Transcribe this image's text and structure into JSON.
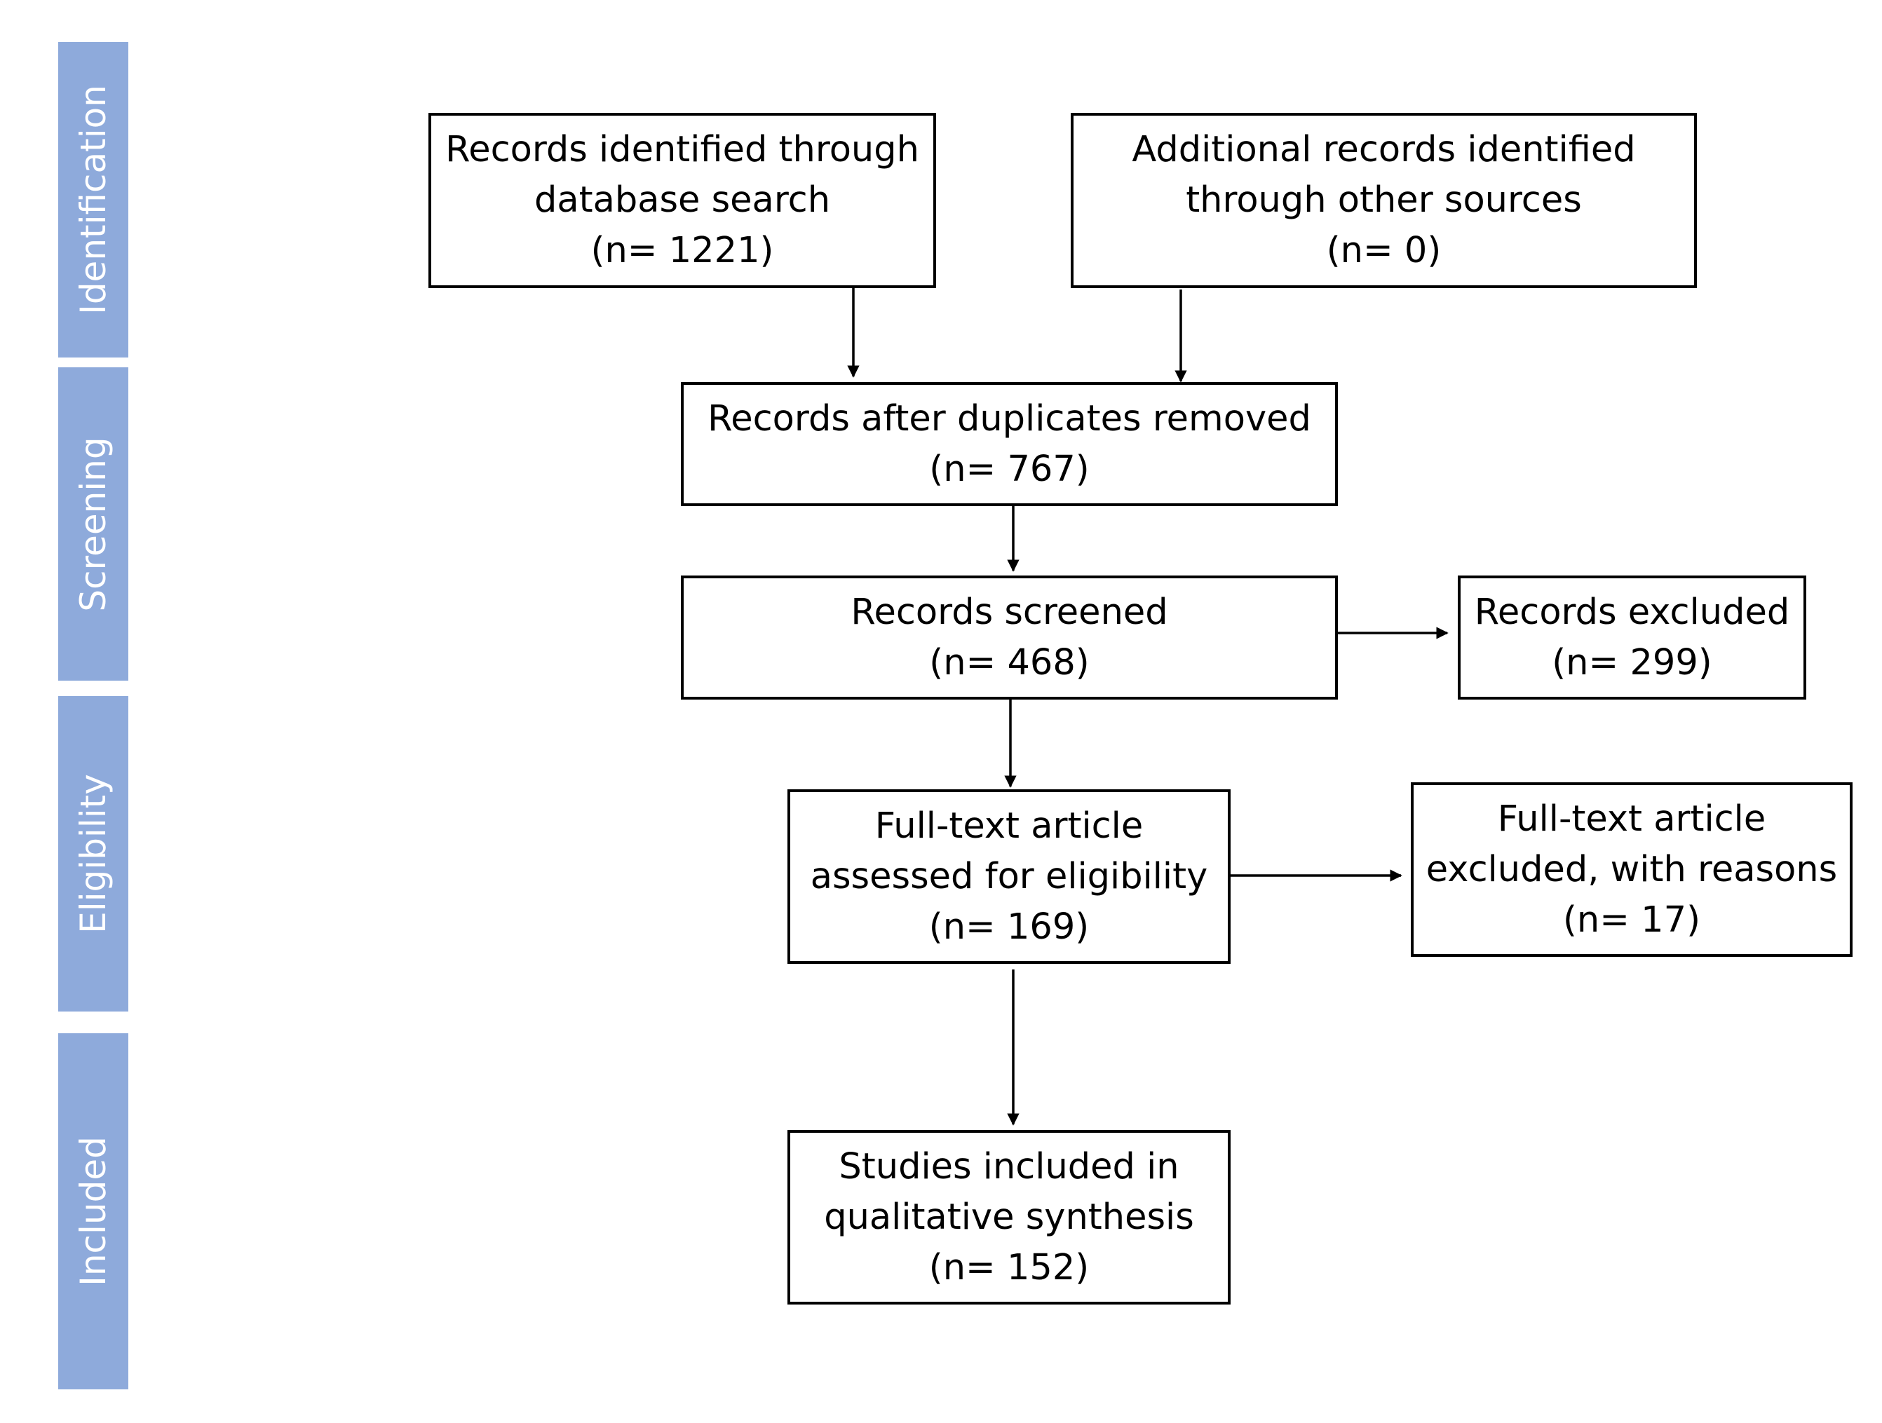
{
  "phases": {
    "identification": "Identification",
    "screening": "Screening",
    "eligibility": "Eligibility",
    "included": "Included"
  },
  "boxes": {
    "database_search": {
      "lines": [
        "Records identified through",
        "database search",
        "(n= 1221)"
      ]
    },
    "other_sources": {
      "lines": [
        "Additional records identified",
        "through other sources",
        "(n= 0)"
      ]
    },
    "after_duplicates": {
      "lines": [
        "Records after duplicates removed",
        "(n= 767)"
      ]
    },
    "screened": {
      "lines": [
        "Records screened",
        "(n= 468)"
      ]
    },
    "excluded": {
      "lines": [
        "Records excluded",
        "(n= 299)"
      ]
    },
    "full_text_assessed": {
      "lines": [
        "Full-text article",
        "assessed for eligibility",
        "(n= 169)"
      ]
    },
    "full_text_excluded": {
      "lines": [
        "Full-text article",
        "excluded, with reasons",
        "(n= 17)"
      ]
    },
    "included_synthesis": {
      "lines": [
        "Studies included in",
        "qualitative synthesis",
        "(n= 152)"
      ]
    }
  },
  "colors": {
    "phase_band": "#8eaadb",
    "phase_text": "#ffffff",
    "box_border": "#000000",
    "arrow": "#000000"
  }
}
